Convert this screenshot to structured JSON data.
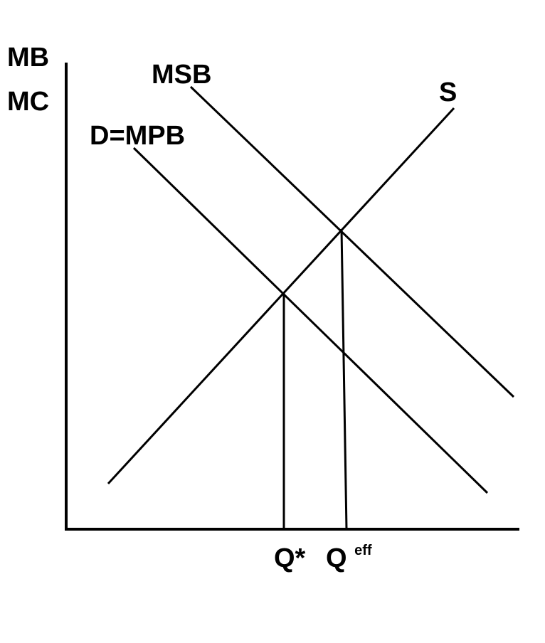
{
  "y_axis_label": {
    "line1": "MB",
    "line2": "MC"
  },
  "curves": {
    "msb": "MSB",
    "demand": "D=MPB",
    "supply": "S"
  },
  "quantities": {
    "market": "Q*",
    "efficient_base": "Q",
    "efficient_sup": "eff"
  },
  "colors": {
    "ink": "#000000",
    "background": "#ffffff"
  }
}
